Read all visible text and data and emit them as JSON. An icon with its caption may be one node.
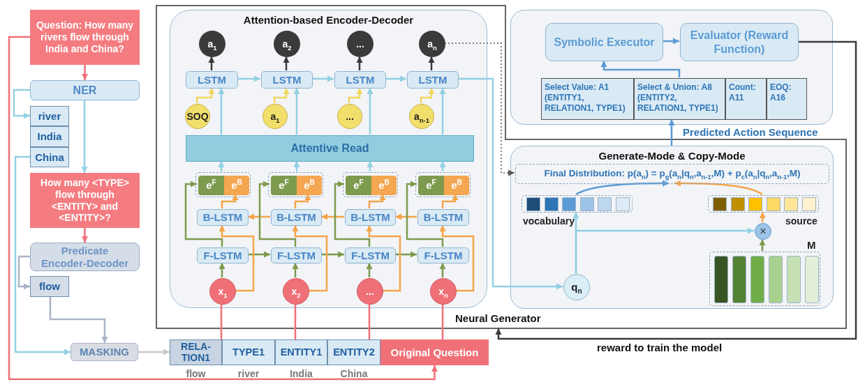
{
  "diagram": {
    "nodes": [
      {
        "text": [
          "Question: How many rivers flow through India and China?"
        ]
      },
      {
        "text": [
          "NER"
        ]
      },
      {
        "text": [
          "river"
        ]
      },
      {
        "text": [
          "India"
        ]
      },
      {
        "text": [
          "China"
        ]
      },
      {
        "text": [
          "How many <TYPE> flow through <ENTITY> and <ENTITY>?"
        ]
      },
      {
        "text": [
          "Predicate Encoder-Decoder"
        ]
      },
      {
        "text": [
          "flow"
        ]
      },
      {
        "text": [
          "MASKING"
        ]
      },
      {
        "text": [
          "Neural Generator"
        ]
      },
      {
        "text": [
          "Attention-based Encoder-Decoder"
        ],
        "in": 9
      },
      {
        "text": [
          "a$_{1}$"
        ],
        "in": 10
      },
      {
        "text": [
          "a$_{2}$"
        ],
        "in": 10
      },
      {
        "text": [
          "..."
        ],
        "in": 10
      },
      {
        "text": [
          "a$_{n}$"
        ],
        "in": 10
      },
      {
        "text": [
          "LSTM"
        ],
        "in": 10
      },
      {
        "text": [
          "LSTM"
        ],
        "in": 10
      },
      {
        "text": [
          "LSTM"
        ],
        "in": 10
      },
      {
        "text": [
          "LSTM"
        ],
        "in": 10
      },
      {
        "text": [
          "SOQ"
        ],
        "in": 10
      },
      {
        "text": [
          "a$_{1}$"
        ],
        "in": 10
      },
      {
        "text": [
          "..."
        ],
        "in": 10
      },
      {
        "text": [
          "a$_{n-1}$"
        ],
        "in": 10
      },
      {
        "text": [
          "Attentive Read"
        ],
        "in": 10
      },
      {
        "text": [],
        "shape": "box",
        "in": 10
      },
      {
        "text": [],
        "shape": "box",
        "in": 10
      },
      {
        "text": [],
        "shape": "box",
        "in": 10
      },
      {
        "text": [],
        "shape": "box",
        "in": 10
      },
      {
        "text": [
          "e$^{F}$"
        ],
        "in": 24
      },
      {
        "text": [
          "e$^{B}$"
        ],
        "in": 24
      },
      {
        "text": [
          "e$^{F}$"
        ],
        "in": 25
      },
      {
        "text": [
          "e$^{B}$"
        ],
        "in": 25
      },
      {
        "text": [
          "e$^{F}$"
        ],
        "in": 26
      },
      {
        "text": [
          "e$^{B}$"
        ],
        "in": 26
      },
      {
        "text": [
          "e$^{F}$"
        ],
        "in": 27
      },
      {
        "text": [
          "e$^{B}$"
        ],
        "in": 27
      },
      {
        "text": [
          "B-LSTM"
        ],
        "in": 10
      },
      {
        "text": [
          "B-LSTM"
        ],
        "in": 10
      },
      {
        "text": [
          "B-LSTM"
        ],
        "in": 10
      },
      {
        "text": [
          "B-LSTM"
        ],
        "in": 10
      },
      {
        "text": [
          "F-LSTM"
        ],
        "in": 10
      },
      {
        "text": [
          "F-LSTM"
        ],
        "in": 10
      },
      {
        "text": [
          "F-LSTM"
        ],
        "in": 10
      },
      {
        "text": [
          "F-LSTM"
        ],
        "in": 10
      },
      {
        "text": [
          "x$_{1}$"
        ],
        "in": 10
      },
      {
        "text": [
          "x$_{2}$"
        ],
        "in": 10
      },
      {
        "text": [
          "..."
        ],
        "in": 10
      },
      {
        "text": [
          "x$_{n}$"
        ],
        "in": 10
      },
      {
        "text": [
          "Generate-Mode & Copy-Mode"
        ],
        "in": 9
      },
      {
        "text": [
          "Final Distribution: p(a$_{n}$) = p$_{g}$(a$_{n}$|q$_{n}$,a$_{n-1}$,M) + p$_{c}$(a$_{n}$|q$_{n}$,a$_{n-1}$,M)"
        ],
        "in": 48
      },
      {
        "text": [],
        "shape": "box",
        "beside": [
          "vocabulary"
        ],
        "in": 48
      },
      {
        "text": [],
        "shape": "box",
        "beside": [
          "source"
        ],
        "in": 48
      },
      {
        "text": [
          "×"
        ],
        "in": 48
      },
      {
        "text": [],
        "shape": "box",
        "beside": [
          "M"
        ],
        "in": 48
      },
      {
        "text": [
          "q$_{n}$"
        ],
        "in": 48
      },
      {
        "text": [],
        "shape": "box"
      },
      {
        "text": [
          "Symbolic Executor"
        ],
        "in": 55
      },
      {
        "text": [
          "Evaluator (Reward Function)"
        ],
        "in": 55
      },
      {
        "text": [
          "Select Value: A1 (ENTITY1, RELATION1, TYPE1)"
        ],
        "in": 55
      },
      {
        "text": [
          "Select & Union: A8 (ENTITY2, RELATION1, TYPE1)"
        ],
        "in": 55
      },
      {
        "text": [
          "Count: A11"
        ],
        "in": 55
      },
      {
        "text": [
          "EOQ: A16"
        ],
        "in": 55
      },
      {
        "text": [
          "RELA- TION1"
        ],
        "beside": [
          "flow"
        ]
      },
      {
        "text": [
          "TYPE1"
        ],
        "beside": [
          "river"
        ]
      },
      {
        "text": [
          "ENTITY1"
        ],
        "beside": [
          "India"
        ]
      },
      {
        "text": [
          "ENTITY2"
        ],
        "beside": [
          "China"
        ]
      },
      {
        "text": [
          "Original Question"
        ]
      }
    ],
    "edges": [
      {
        "from": 0,
        "to": 1,
        "arrow": "to",
        "color": "#f07078"
      },
      {
        "from": 1,
        "to": 2,
        "arrow": "to"
      },
      {
        "from": 1,
        "to": 5,
        "arrow": "to"
      },
      {
        "from": 5,
        "to": 6,
        "arrow": "to",
        "color": "#f07078"
      },
      {
        "from": 6,
        "to": 7,
        "arrow": "to",
        "color": "#a9b4c8"
      },
      {
        "from": 7,
        "to": 8,
        "arrow": "to",
        "color": "#a9b4c8"
      },
      {
        "from": 4,
        "to": 8,
        "arrow": "to"
      },
      {
        "from": 8,
        "to": 62,
        "arrow": "to",
        "color": "#c8c8c8"
      },
      {
        "from": 0,
        "to": 66,
        "arrow": "to",
        "color": "#f07078"
      },
      {
        "from": 15,
        "to": 16,
        "arrow": "to"
      },
      {
        "from": 16,
        "to": 17,
        "arrow": "to"
      },
      {
        "from": 17,
        "to": 18,
        "arrow": "to"
      },
      {
        "from": 15,
        "to": 11,
        "arrow": "to",
        "color": "#3a3a3a"
      },
      {
        "from": 16,
        "to": 12,
        "arrow": "to",
        "color": "#3a3a3a"
      },
      {
        "from": 17,
        "to": 13,
        "arrow": "to",
        "color": "#3a3a3a"
      },
      {
        "from": 18,
        "to": 14,
        "arrow": "to",
        "color": "#3a3a3a"
      },
      {
        "from": 19,
        "to": 15,
        "arrow": "to",
        "color": "#f0d860"
      },
      {
        "from": 20,
        "to": 16,
        "arrow": "to",
        "color": "#f0d860"
      },
      {
        "from": 21,
        "to": 17,
        "arrow": "to",
        "color": "#f0d860"
      },
      {
        "from": 22,
        "to": 18,
        "arrow": "to",
        "color": "#f0d860"
      },
      {
        "from": 23,
        "to": 15,
        "arrow": "to"
      },
      {
        "from": 23,
        "to": 16,
        "arrow": "to"
      },
      {
        "from": 23,
        "to": 17,
        "arrow": "to"
      },
      {
        "from": 23,
        "to": 18,
        "arrow": "to"
      },
      {
        "from": 24,
        "to": 23,
        "arrow": "to"
      },
      {
        "from": 25,
        "to": 23,
        "arrow": "to"
      },
      {
        "from": 26,
        "to": 23,
        "arrow": "to"
      },
      {
        "from": 27,
        "to": 23,
        "arrow": "to"
      },
      {
        "from": 36,
        "to": 29,
        "arrow": "to",
        "color": "#f5a44a"
      },
      {
        "from": 37,
        "to": 31,
        "arrow": "to",
        "color": "#f5a44a"
      },
      {
        "from": 38,
        "to": 33,
        "arrow": "to",
        "color": "#f5a44a"
      },
      {
        "from": 39,
        "to": 35,
        "arrow": "to",
        "color": "#f5a44a"
      },
      {
        "from": 39,
        "to": 38,
        "arrow": "to",
        "color": "#f5a44a"
      },
      {
        "from": 38,
        "to": 37,
        "arrow": "to",
        "color": "#f5a44a"
      },
      {
        "from": 37,
        "to": 36,
        "arrow": "to",
        "color": "#f5a44a"
      },
      {
        "from": 40,
        "to": 28,
        "arrow": "to",
        "color": "#7e9a4e"
      },
      {
        "from": 41,
        "to": 30,
        "arrow": "to",
        "color": "#7e9a4e"
      },
      {
        "from": 42,
        "to": 32,
        "arrow": "to",
        "color": "#7e9a4e"
      },
      {
        "from": 43,
        "to": 34,
        "arrow": "to",
        "color": "#7e9a4e"
      },
      {
        "from": 40,
        "to": 41,
        "arrow": "to",
        "color": "#7e9a4e"
      },
      {
        "from": 41,
        "to": 42,
        "arrow": "to",
        "color": "#7e9a4e"
      },
      {
        "from": 42,
        "to": 43,
        "arrow": "to",
        "color": "#7e9a4e"
      },
      {
        "from": 44,
        "to": 40,
        "arrow": "to",
        "color": "#7e9a4e"
      },
      {
        "from": 45,
        "to": 41,
        "arrow": "to",
        "color": "#7e9a4e"
      },
      {
        "from": 46,
        "to": 42,
        "arrow": "to",
        "color": "#7e9a4e"
      },
      {
        "from": 47,
        "to": 43,
        "arrow": "to",
        "color": "#7e9a4e"
      },
      {
        "from": 44,
        "to": 36,
        "arrow": "to",
        "color": "#f5a44a"
      },
      {
        "from": 45,
        "to": 37,
        "arrow": "to",
        "color": "#f5a44a"
      },
      {
        "from": 46,
        "to": 38,
        "arrow": "to",
        "color": "#f5a44a"
      },
      {
        "from": 47,
        "to": 39,
        "arrow": "to",
        "color": "#f5a44a"
      },
      {
        "from": 62,
        "to": 44,
        "arrow": "none",
        "color": "#f07078"
      },
      {
        "from": 64,
        "to": 45,
        "arrow": "none",
        "color": "#f07078"
      },
      {
        "from": 65,
        "to": 46,
        "arrow": "none",
        "color": "#f07078"
      },
      {
        "from": 66,
        "to": 47,
        "arrow": "none",
        "color": "#f07078"
      },
      {
        "from": 14,
        "to": 49,
        "arrow": "to",
        "style": "dashed",
        "color": "#555555"
      },
      {
        "from": 18,
        "to": 54,
        "arrow": "to"
      },
      {
        "from": 54,
        "to": 50,
        "arrow": "to"
      },
      {
        "from": 54,
        "to": 52,
        "arrow": "to"
      },
      {
        "from": 50,
        "to": 49,
        "arrow": "to",
        "color": "#5b9bd5"
      },
      {
        "from": 51,
        "to": 49,
        "arrow": "to",
        "color": "#f5a44a"
      },
      {
        "from": 52,
        "to": 51,
        "arrow": "to",
        "color": "#f5a44a"
      },
      {
        "from": 53,
        "to": 52,
        "arrow": "to",
        "color": "#7e9a4e"
      },
      {
        "from": 48,
        "to": 59,
        "arrow": "to",
        "color": "#5b9bd5",
        "label": "Predicted Action Sequence"
      },
      {
        "from": 59,
        "to": 56,
        "arrow": "to",
        "color": "#5b9bd5"
      },
      {
        "from": 56,
        "to": 57,
        "arrow": "to",
        "color": "#5b9bd5"
      },
      {
        "from": 57,
        "to": 9,
        "arrow": "to",
        "color": "#3a3a3a",
        "label": "reward to train the model"
      }
    ]
  }
}
